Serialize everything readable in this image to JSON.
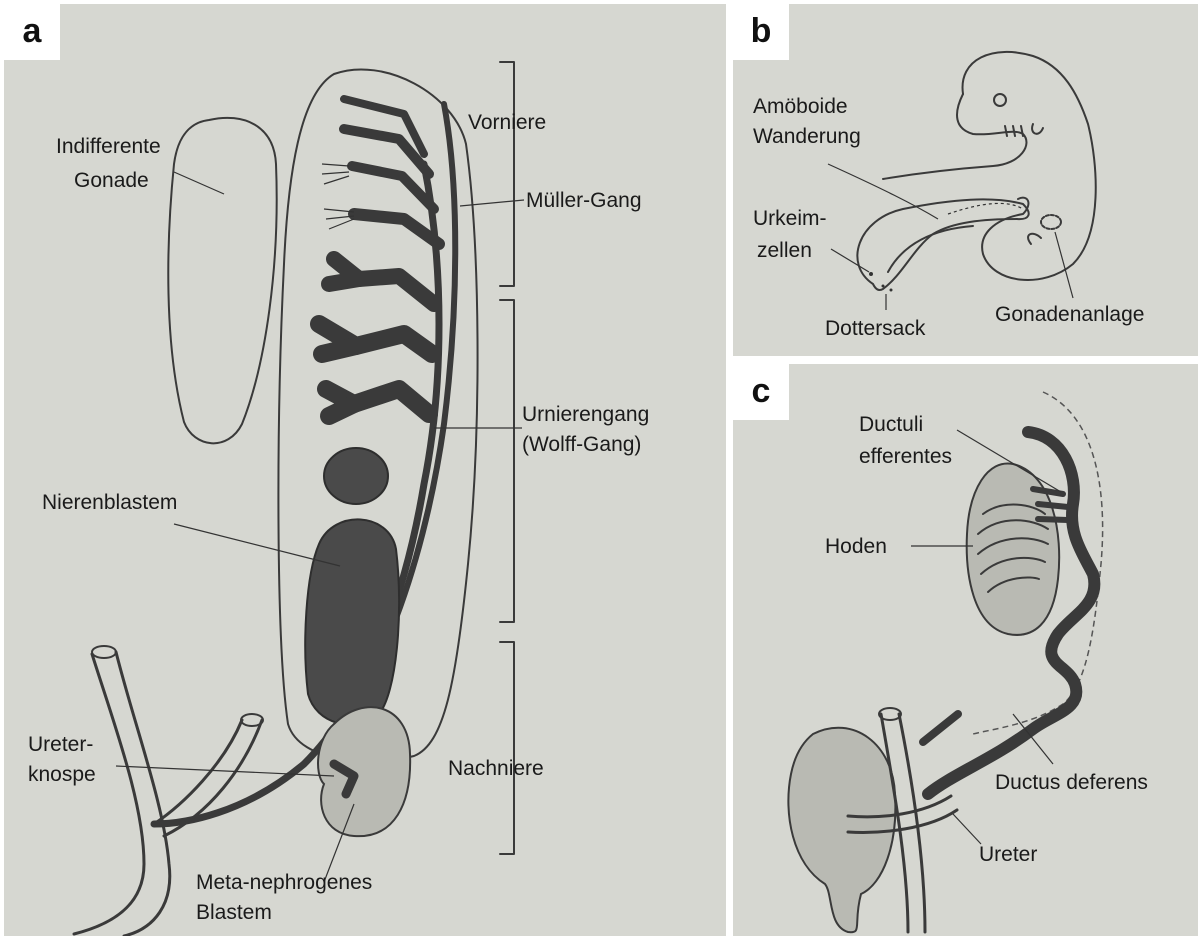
{
  "panels": {
    "a": {
      "letter": "a",
      "labels": {
        "vorniere": "Vorniere",
        "indifferente_1": "Indifferente",
        "indifferente_2": "Gonade",
        "mueller_gang": "Müller-Gang",
        "urnierengang_1": "Urnierengang",
        "urnierengang_2": "(Wolff-Gang)",
        "nierenblastem": "Nierenblastem",
        "ureter_knospe_1": "Ureter-",
        "ureter_knospe_2": "knospe",
        "nachniere": "Nachniere",
        "meta_1": "Meta-nephrogenes",
        "meta_2": "Blastem"
      }
    },
    "b": {
      "letter": "b",
      "labels": {
        "amoeboide_1": "Amöboide",
        "amoeboide_2": "Wanderung",
        "urkeim_1": "Urkeim-",
        "urkeim_2": "zellen",
        "dottersack": "Dottersack",
        "gonadenanlage": "Gonadenanlage"
      }
    },
    "c": {
      "letter": "c",
      "labels": {
        "ductuli_1": "Ductuli",
        "ductuli_2": "efferentes",
        "hoden": "Hoden",
        "ductus_deferens": "Ductus deferens",
        "ureter": "Ureter"
      }
    }
  }
}
